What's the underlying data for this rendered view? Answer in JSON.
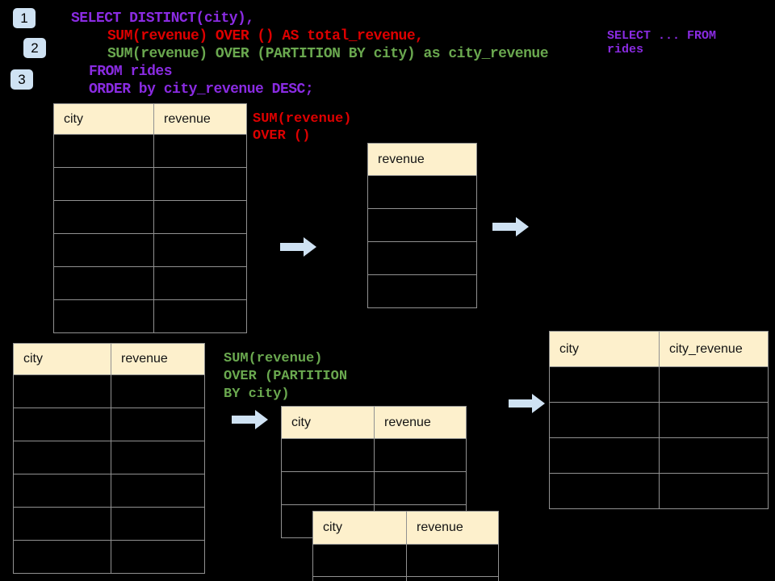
{
  "colors": {
    "background": "#000000",
    "sql_purple": "#8a2be2",
    "sql_red": "#dd0000",
    "sql_green": "#6aa84f",
    "table_header_bg": "#fdf0cc",
    "table_border": "#919191",
    "arrow_fill": "#cfe2f3",
    "badge_bg": "#cfe2f3"
  },
  "badges": [
    {
      "label": "1"
    },
    {
      "label": "2"
    },
    {
      "label": "3"
    }
  ],
  "code": {
    "lines": [
      {
        "text": "SELECT DISTINCT(city),",
        "color": "purple"
      },
      {
        "text": "SUM(revenue) OVER () AS total_revenue,",
        "color": "red"
      },
      {
        "text": "SUM(revenue) OVER (PARTITION BY city) as city_revenue",
        "color": "green"
      },
      {
        "text": "FROM rides",
        "color": "purple"
      },
      {
        "text": "ORDER by city_revenue DESC;",
        "color": "purple"
      }
    ]
  },
  "side_note": {
    "line1": "SELECT ... FROM",
    "line2": "rides",
    "color": "purple"
  },
  "labels": {
    "total": {
      "line1": "SUM(revenue)",
      "line2": "OVER ()",
      "color": "red"
    },
    "partition": {
      "line1": "SUM(revenue)",
      "line2": "OVER (PARTITION",
      "line3": "BY city)",
      "color": "green"
    }
  },
  "tables": {
    "source_top": {
      "headers": [
        "city",
        "revenue"
      ],
      "empty_rows": 6
    },
    "total_result": {
      "headers": [
        "revenue"
      ],
      "empty_rows": 4
    },
    "source_bottom": {
      "headers": [
        "city",
        "revenue"
      ],
      "empty_rows": 6
    },
    "partition_mid": {
      "headers": [
        "city",
        "revenue"
      ],
      "empty_rows": 3
    },
    "partition_overlay": {
      "headers": [
        "city",
        "revenue"
      ],
      "empty_rows": 2
    },
    "city_revenue_result": {
      "headers": [
        "city",
        "city_revenue"
      ],
      "empty_rows": 4
    }
  },
  "icons": {
    "arrow_right": "filled right-pointing block arrow"
  }
}
